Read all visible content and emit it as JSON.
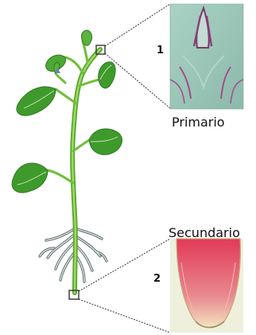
{
  "labels": {
    "primary": "Primario",
    "secondary": "Secundario",
    "number_1": "1",
    "number_2": "2"
  },
  "colors": {
    "stem": "#6fbf3a",
    "leaf": "#3f9a2c",
    "leaf_vein": "#d7f0c2",
    "root": "#cfd8d8",
    "root_outline": "#4a5a5a",
    "callout_line": "#333333",
    "primary_tissue_bg": "#8fbfb0",
    "secondary_tissue": "#d9314e"
  },
  "icons": {
    "apex_marker": "square-marker-icon",
    "root_marker": "square-marker-icon"
  }
}
